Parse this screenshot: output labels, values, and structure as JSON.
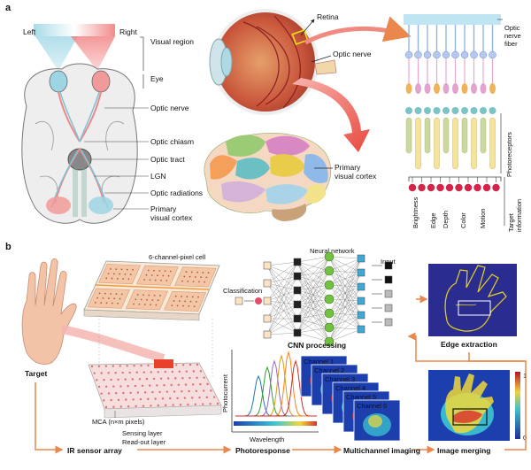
{
  "panel_a": {
    "letter": "a",
    "brain_view": {
      "left": "Left",
      "right": "Right",
      "visual_region": "Visual region",
      "eye": "Eye",
      "optic_nerve": "Optic nerve",
      "optic_chiasm": "Optic chiasm",
      "optic_tract": "Optic tract",
      "lgn": "LGN",
      "optic_radiations": "Optic radiations",
      "primary_visual_cortex_1": "Primary",
      "primary_visual_cortex_2": "visual cortex"
    },
    "eye_view": {
      "retina": "Retina",
      "optic_nerve": "Optic nerve",
      "primary_visual_cortex_1": "Primary",
      "primary_visual_cortex_2": "visual cortex"
    },
    "retina_view": {
      "optic_nerve_fiber_1": "Optic",
      "optic_nerve_fiber_2": "nerve",
      "optic_nerve_fiber_3": "fiber",
      "photoreceptors": "Photoreceptors",
      "target_information_1": "Target",
      "target_information_2": "information",
      "features": [
        "Brightness",
        "Edge",
        "Depth",
        "Color",
        "Motion"
      ]
    }
  },
  "panel_b": {
    "letter": "b",
    "device": {
      "cell_label": "6-channel-pixel cell",
      "mca_label": "MCA (n×m pixels)",
      "sensing_layer": "Sensing layer",
      "readout_layer": "Read-out layer",
      "target": "Target"
    },
    "network": {
      "title": "Neural network",
      "input": "Input",
      "classification": "Classification",
      "caption": "CNN processing"
    },
    "photoresponse": {
      "ylabel": "Photocurrent",
      "xlabel": "Wavelength"
    },
    "channels": [
      "Channel 1",
      "Channel 2",
      "Channel 3",
      "Channel 4",
      "Channel 5",
      "Channel 6"
    ],
    "edge_caption": "Edge extraction",
    "colorbar": {
      "max": "1",
      "min": "0"
    },
    "pipeline": [
      "IR sensor array",
      "Photoresponse",
      "Multichannel imaging",
      "Image merging"
    ],
    "colors": {
      "arrow": "#e9874d",
      "map_blue": "#1d3fae",
      "edge_bg": "#2a2d8f",
      "edge_line": "#e8d21c"
    }
  }
}
